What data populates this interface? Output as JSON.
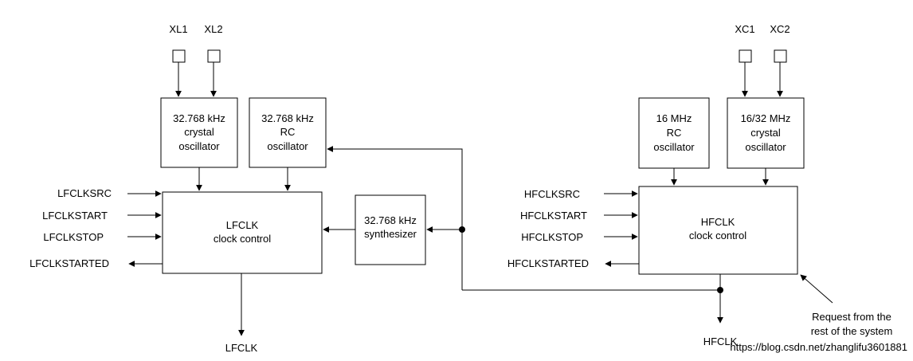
{
  "pins": {
    "xl1": "XL1",
    "xl2": "XL2",
    "xc1": "XC1",
    "xc2": "XC2"
  },
  "blocks": {
    "lf_crystal": [
      "32.768 kHz",
      "crystal",
      "oscillator"
    ],
    "lf_rc": [
      "32.768 kHz",
      "RC",
      "oscillator"
    ],
    "lfclk_control": [
      "LFCLK",
      "clock control"
    ],
    "synth": [
      "32.768 kHz",
      "synthesizer"
    ],
    "hf_rc": [
      "16 MHz",
      "RC",
      "oscillator"
    ],
    "hf_crystal": [
      "16/32 MHz",
      "crystal",
      "oscillator"
    ],
    "hfclk_control": [
      "HFCLK",
      "clock control"
    ]
  },
  "signals": {
    "lf": [
      "LFCLKSRC",
      "LFCLKSTART",
      "LFCLKSTOP",
      "LFCLKSTARTED"
    ],
    "hf": [
      "HFCLKSRC",
      "HFCLKSTART",
      "HFCLKSTOP",
      "HFCLKSTARTED"
    ]
  },
  "outputs": {
    "lfclk": "LFCLK",
    "hfclk": "HFCLK"
  },
  "annotation": [
    "Request from the",
    "rest of the system"
  ],
  "watermark": "https://blog.csdn.net/zhanglifu3601881"
}
